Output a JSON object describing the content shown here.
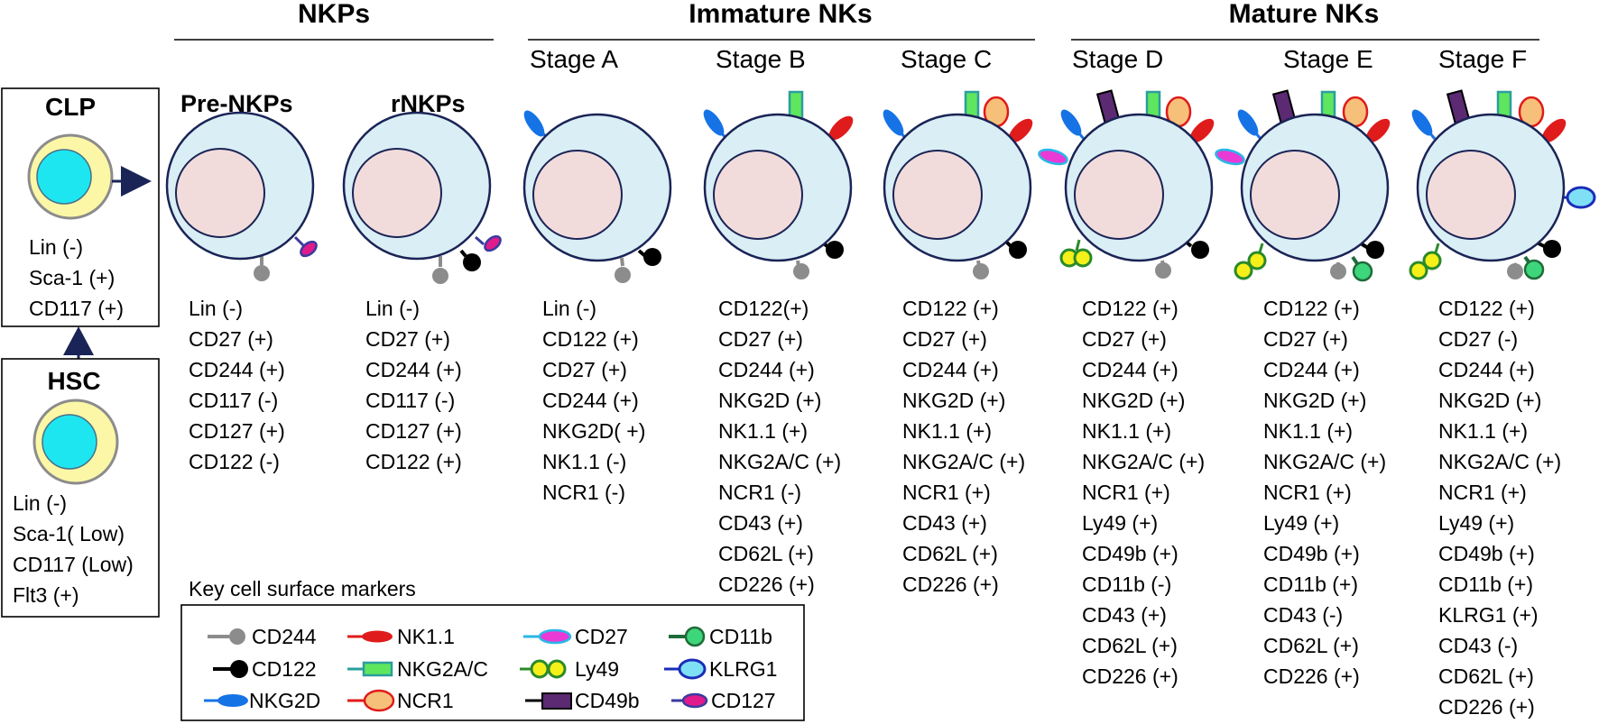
{
  "groups": {
    "nkps": "NKPs",
    "immature": "Immature NKs",
    "mature": "Mature NKs"
  },
  "stages": {
    "a": "Stage A",
    "b": "Stage B",
    "c": "Stage C",
    "d": "Stage D",
    "e": "Stage E",
    "f": "Stage F"
  },
  "subtitles": {
    "pre_nkps": "Pre-NKPs",
    "rnkps": "rNKPs"
  },
  "clp": {
    "title": "CLP",
    "markers": [
      "Lin (-)",
      "Sca-1 (+)",
      "CD117 (+)"
    ]
  },
  "hsc": {
    "title": "HSC",
    "markers": [
      "Lin (-)",
      "Sca-1( Low)",
      "CD117 (Low)",
      "Flt3 (+)"
    ]
  },
  "marker_lists": {
    "pre_nkps": [
      "Lin (-)",
      "CD27 (+)",
      "CD244 (+)",
      "CD117 (-)",
      "CD127 (+)",
      "CD122 (-)"
    ],
    "rnkps": [
      "Lin (-)",
      "CD27 (+)",
      "CD244 (+)",
      "CD117 (-)",
      "CD127 (+)",
      "CD122 (+)"
    ],
    "stage_a": [
      "Lin (-)",
      "CD122 (+)",
      "CD27 (+)",
      "CD244 (+)",
      "NKG2D( +)",
      "NK1.1 (-)",
      "NCR1 (-)"
    ],
    "stage_b": [
      "CD122(+)",
      "CD27 (+)",
      "CD244 (+)",
      "NKG2D (+)",
      "NK1.1 (+)",
      "NKG2A/C (+)",
      "NCR1 (-)",
      "CD43 (+)",
      "CD62L (+)",
      "CD226 (+)"
    ],
    "stage_c": [
      "CD122 (+)",
      "CD27 (+)",
      "CD244 (+)",
      "NKG2D (+)",
      "NK1.1 (+)",
      "NKG2A/C (+)",
      "NCR1 (+)",
      "CD43 (+)",
      "CD62L (+)",
      "CD226 (+)"
    ],
    "stage_d": [
      "CD122 (+)",
      "CD27 (+)",
      "CD244 (+)",
      "NKG2D (+)",
      "NK1.1 (+)",
      "NKG2A/C (+)",
      "NCR1 (+)",
      "Ly49 (+)",
      "CD49b (+)",
      "CD11b (-)",
      "CD43 (+)",
      "CD62L (+)",
      "CD226 (+)"
    ],
    "stage_e": [
      "CD122 (+)",
      "CD27 (+)",
      "CD244 (+)",
      "NKG2D (+)",
      "NK1.1 (+)",
      "NKG2A/C (+)",
      "NCR1 (+)",
      "Ly49 (+)",
      "CD49b (+)",
      "CD11b (+)",
      "CD43 (-)",
      "CD62L (+)",
      "CD226 (+)"
    ],
    "stage_f": [
      "CD122 (+)",
      "CD27 (-)",
      "CD244 (+)",
      "NKG2D (+)",
      "NK1.1 (+)",
      "NKG2A/C (+)",
      "NCR1 (+)",
      "Ly49 (+)",
      "CD49b (+)",
      "CD11b (+)",
      "KLRG1 (+)",
      "CD43 (-)",
      "CD62L (+)",
      "CD226 (+)"
    ]
  },
  "key": {
    "title": "Key cell surface markers",
    "items": {
      "cd244": "CD244",
      "cd122": "CD122",
      "nkg2d": "NKG2D",
      "nk11": "NK1.1",
      "nkg2ac": "NKG2A/C",
      "ncr1": "NCR1",
      "cd27": "CD27",
      "ly49": "Ly49",
      "cd49b": "CD49b",
      "cd11b": "CD11b",
      "klrg1": "KLRG1",
      "cd127": "CD127"
    }
  },
  "colors": {
    "cell_fill": "#daeef5",
    "cell_stroke": "#1a2456",
    "nucleus_fill": "#f2dcdb",
    "cd244": "#8c8c8c",
    "cd122": "#000000",
    "nkg2d": "#1673e6",
    "nk11": "#e01b1b",
    "nkg2ac_fill": "#5fe65f",
    "nkg2ac_stroke": "#2a9e9e",
    "ncr1_fill": "#f7c07a",
    "ncr1_stroke": "#e01b1b",
    "cd27_fill": "#e93ad6",
    "cd27_stroke": "#29b7e8",
    "ly49_fill": "#f5ef1a",
    "ly49_stroke": "#2a8a2a",
    "cd49b": "#5b2a73",
    "cd11b_fill": "#3ed67a",
    "cd11b_stroke": "#1f6b3a",
    "klrg1_fill": "#7fe0f5",
    "klrg1_stroke": "#1a2cb8",
    "cd127_fill": "#e01b8c",
    "cd127_stroke": "#3a3a9e",
    "arrow": "#1a2456",
    "clp_outer": "#fbf7a6",
    "clp_inner": "#1ee6f0"
  }
}
